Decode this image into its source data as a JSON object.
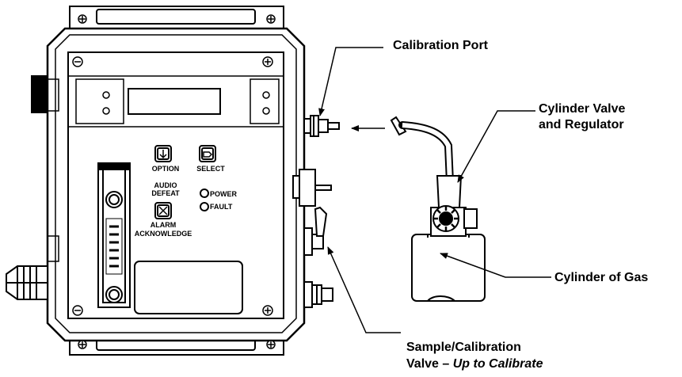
{
  "callouts": {
    "calibration_port": "Calibration Port",
    "cylinder_valve_line1": "Cylinder Valve",
    "cylinder_valve_line2": "and Regulator",
    "cylinder_of_gas": "Cylinder of Gas",
    "sample_valve_line1": "Sample/Calibration",
    "sample_valve_line2_prefix": "Valve – ",
    "sample_valve_line2_emphasis": "Up to Calibrate"
  },
  "panel": {
    "option_label": "OPTION",
    "select_label": "SELECT",
    "audio_defeat_line1": "AUDIO",
    "audio_defeat_line2": "DEFEAT",
    "alarm_ack_line1": "ALARM",
    "alarm_ack_line2": "ACKNOWLEDGE",
    "power_label": "POWER",
    "fault_label": "FAULT"
  },
  "icons": [
    "screw-head-icon",
    "down-arrow-key-icon",
    "enter-key-icon",
    "x-key-icon",
    "led-indicator-icon",
    "arrowhead-icon"
  ],
  "colors": {
    "line": "#000000",
    "background": "#ffffff"
  }
}
